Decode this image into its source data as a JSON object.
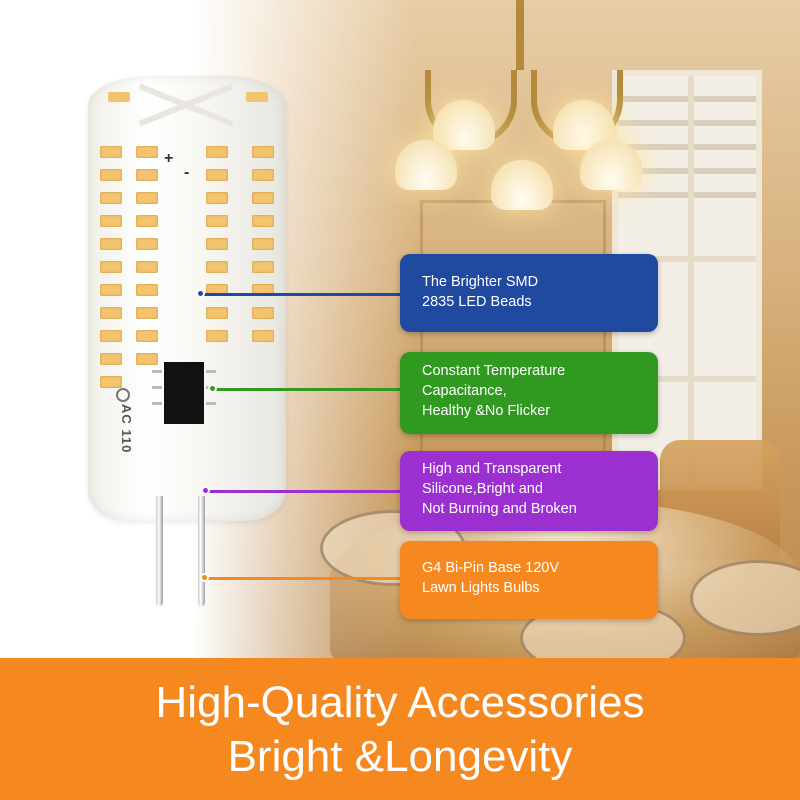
{
  "bulb": {
    "polarity_plus": "+",
    "polarity_minus": "-",
    "voltage_marking": "AC 110",
    "led_color": "#f3c46d"
  },
  "callouts": [
    {
      "id": "smd-beads",
      "lines": [
        "The Brighter SMD",
        "2835 LED Beads"
      ],
      "color": "#1f4aa0"
    },
    {
      "id": "capacitance",
      "lines": [
        "Constant Temperature",
        "Capacitance,",
        "Healthy &No Flicker"
      ],
      "color": "#2f9a1f"
    },
    {
      "id": "silicone",
      "lines": [
        "High and Transparent",
        "Silicone,Bright and",
        "Not Burning and Broken"
      ],
      "color": "#9c2fd0"
    },
    {
      "id": "base",
      "lines": [
        "G4 Bi-Pin Base 120V",
        "Lawn Lights Bulbs"
      ],
      "color": "#f5891f"
    }
  ],
  "banner": {
    "line1": "High-Quality Accessories",
    "line2": "Bright &Longevity",
    "color": "#f5891f"
  }
}
